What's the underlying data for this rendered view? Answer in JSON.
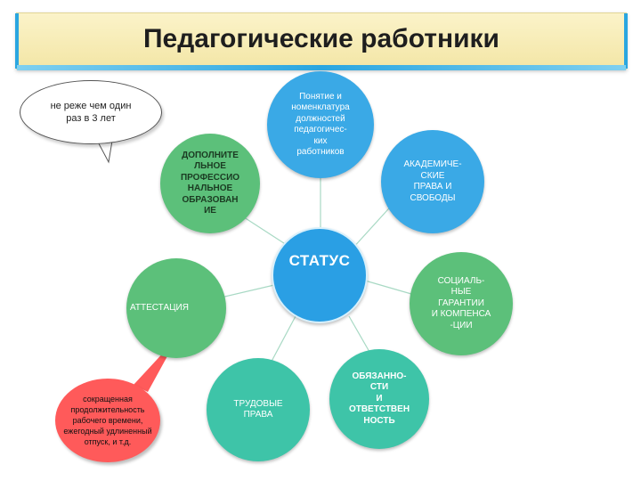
{
  "title": "Педагогические работники",
  "center": {
    "label": "СТАТУС"
  },
  "nodes": {
    "nomenclature": "Понятие и\nноменклатура\nдолжностей\nпедагогичес-\nких\nработников",
    "academic": "АКАДЕМИЧЕ-\nСКИЕ\nПРАВА И\nСВОБОДЫ",
    "social": "СОЦИАЛЬ-\nНЫЕ\nГАРАНТИИ\nИ КОМПЕНСА\n-ЦИИ",
    "duties": "ОБЯЗАННО-\nСТИ\nИ\nОТВЕТСТВЕН\nНОСТЬ",
    "labor": "ТРУДОВЫЕ\nПРАВА",
    "attestation": "АТТЕСТАЦИЯ",
    "additional": "ДОПОЛНИТЕ\nЛЬНОЕ\nПРОФЕССИО\nНАЛЬНОЕ\nОБРАЗОВАН\nИЕ"
  },
  "callouts": {
    "top": "не реже чем один\nраз в 3 лет",
    "bottom": "сокращенная\nпродолжительность\nрабочего времени,\nежегодный удлиненный\nотпуск, и т.д."
  },
  "colors": {
    "blue": "#3aa9e6",
    "green": "#5cc07a",
    "teal": "#3ec4a8",
    "red_callout": "#ff5a5a",
    "title_bg": "#f3e6a6"
  }
}
